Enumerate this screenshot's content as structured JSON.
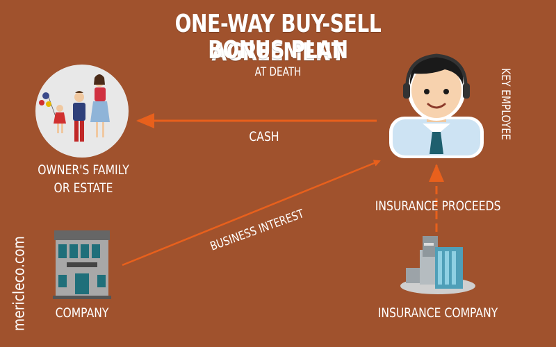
{
  "diagram": {
    "title_line1": "ONE-WAY BUY-SELL AGREEMENT",
    "title_line2": "BONUS PLAN",
    "subtitle": "AT DEATH",
    "nodes": {
      "family": "OWNER'S FAMILY\nOR ESTATE",
      "company": "COMPANY",
      "key_employee": "KEY EMPLOYEE",
      "insurance_company": "INSURANCE COMPANY"
    },
    "flows": {
      "cash": "CASH",
      "business_interest": "BUSINESS INTEREST",
      "insurance_proceeds": "INSURANCE PROCEEDS"
    },
    "watermark": "mericleco.com"
  },
  "colors": {
    "background": "#a0522d",
    "arrow": "#e8601c",
    "text": "#ffffff"
  }
}
